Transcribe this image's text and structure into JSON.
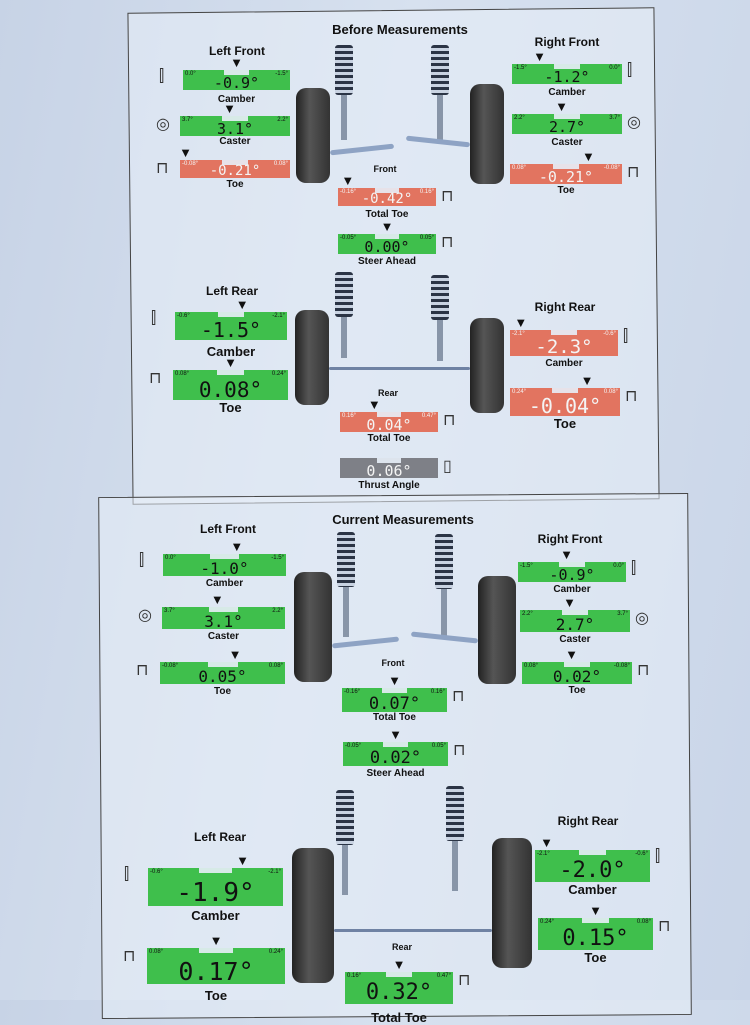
{
  "colors": {
    "ok": "#3fbf4c",
    "bad": "#e27460",
    "neutral": "#7e8087"
  },
  "before": {
    "title": "Before Measurements",
    "headers": {
      "lf": "Left Front",
      "rf": "Right Front",
      "lr": "Left Rear",
      "rr": "Right Rear",
      "front": "Front",
      "rear": "Rear"
    },
    "gauges": {
      "lf_camber": {
        "label": "Camber",
        "value": "-0.9°",
        "min": "0.0°",
        "max": "-1.5°",
        "status": "ok",
        "pointer": 0.5
      },
      "lf_caster": {
        "label": "Caster",
        "value": "3.1°",
        "min": "3.7°",
        "max": "2.2°",
        "status": "ok",
        "pointer": 0.45
      },
      "lf_toe": {
        "label": "Toe",
        "value": "-0.21°",
        "min": "-0.08°",
        "max": "0.08°",
        "status": "bad",
        "pointer": 0.05
      },
      "rf_camber": {
        "label": "Camber",
        "value": "-1.2°",
        "min": "-1.5°",
        "max": "0.0°",
        "status": "ok",
        "pointer": 0.25
      },
      "rf_caster": {
        "label": "Caster",
        "value": "2.7°",
        "min": "2.2°",
        "max": "3.7°",
        "status": "ok",
        "pointer": 0.45
      },
      "rf_toe": {
        "label": "Toe",
        "value": "-0.21°",
        "min": "0.08°",
        "max": "-0.08°",
        "status": "bad",
        "pointer": 0.7
      },
      "f_total_toe": {
        "label": "Total Toe",
        "value": "-0.42°",
        "min": "-0.16°",
        "max": "0.16°",
        "status": "bad",
        "pointer": 0.1
      },
      "f_steer": {
        "label": "Steer Ahead",
        "value": "0.00°",
        "min": "-0.05°",
        "max": "0.05°",
        "status": "ok",
        "pointer": 0.5
      },
      "lr_camber": {
        "label": "Camber",
        "value": "-1.5°",
        "min": "-0.6°",
        "max": "-2.1°",
        "status": "ok",
        "pointer": 0.6
      },
      "lr_toe": {
        "label": "Toe",
        "value": "0.08°",
        "min": "0.08°",
        "max": "0.24°",
        "status": "ok",
        "pointer": 0.5
      },
      "rr_camber": {
        "label": "Camber",
        "value": "-2.3°",
        "min": "-2.1°",
        "max": "-0.6°",
        "status": "bad",
        "pointer": 0.1
      },
      "rr_toe": {
        "label": "Toe",
        "value": "-0.04°",
        "min": "0.24°",
        "max": "0.08°",
        "status": "bad",
        "pointer": 0.7
      },
      "r_total_toe": {
        "label": "Total Toe",
        "value": "0.04°",
        "min": "0.16°",
        "max": "0.47°",
        "status": "bad",
        "pointer": 0.35
      },
      "thrust": {
        "label": "Thrust Angle",
        "value": "0.06°",
        "min": "",
        "max": "",
        "status": "neutral",
        "pointer": null
      }
    }
  },
  "current": {
    "title": "Current Measurements",
    "headers": {
      "lf": "Left Front",
      "rf": "Right Front",
      "lr": "Left Rear",
      "rr": "Right Rear",
      "front": "Front",
      "rear": "Rear"
    },
    "gauges": {
      "lf_camber": {
        "label": "Camber",
        "value": "-1.0°",
        "min": "0.0°",
        "max": "-1.5°",
        "status": "ok",
        "pointer": 0.6
      },
      "lf_caster": {
        "label": "Caster",
        "value": "3.1°",
        "min": "3.7°",
        "max": "2.2°",
        "status": "ok",
        "pointer": 0.45
      },
      "lf_toe": {
        "label": "Toe",
        "value": "0.05°",
        "min": "-0.08°",
        "max": "0.08°",
        "status": "ok",
        "pointer": 0.6
      },
      "rf_camber": {
        "label": "Camber",
        "value": "-0.9°",
        "min": "-1.5°",
        "max": "0.0°",
        "status": "ok",
        "pointer": 0.45
      },
      "rf_caster": {
        "label": "Caster",
        "value": "2.7°",
        "min": "2.2°",
        "max": "3.7°",
        "status": "ok",
        "pointer": 0.45
      },
      "rf_toe": {
        "label": "Toe",
        "value": "0.02°",
        "min": "0.08°",
        "max": "-0.08°",
        "status": "ok",
        "pointer": 0.45
      },
      "f_total_toe": {
        "label": "Total Toe",
        "value": "0.07°",
        "min": "-0.16°",
        "max": "0.16°",
        "status": "ok",
        "pointer": 0.5
      },
      "f_steer": {
        "label": "Steer Ahead",
        "value": "0.02°",
        "min": "-0.05°",
        "max": "0.05°",
        "status": "ok",
        "pointer": 0.5
      },
      "lr_camber": {
        "label": "Camber",
        "value": "-1.9°",
        "min": "-0.6°",
        "max": "-2.1°",
        "status": "ok",
        "pointer": 0.7
      },
      "lr_toe": {
        "label": "Toe",
        "value": "0.17°",
        "min": "0.08°",
        "max": "0.24°",
        "status": "ok",
        "pointer": 0.5
      },
      "rr_camber": {
        "label": "Camber",
        "value": "-2.0°",
        "min": "-2.1°",
        "max": "-0.6°",
        "status": "ok",
        "pointer": 0.1
      },
      "rr_toe": {
        "label": "Toe",
        "value": "0.15°",
        "min": "0.24°",
        "max": "0.08°",
        "status": "ok",
        "pointer": 0.5
      },
      "r_total_toe": {
        "label": "Total Toe",
        "value": "0.32°",
        "min": "0.16°",
        "max": "0.47°",
        "status": "ok",
        "pointer": 0.5
      }
    }
  }
}
